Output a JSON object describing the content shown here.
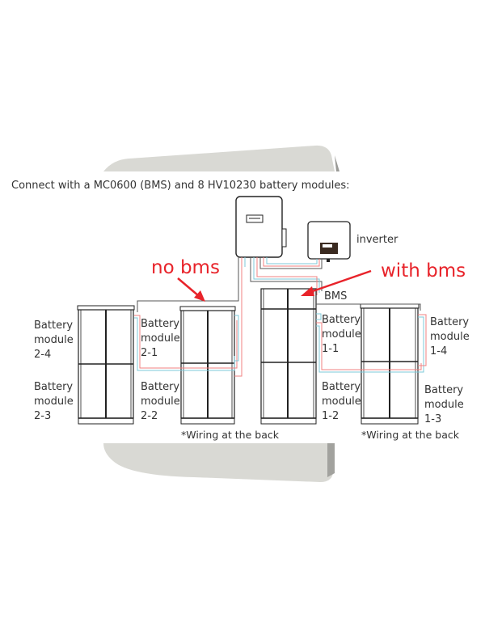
{
  "diagram": {
    "caption": "Connect with a MC0600 (BMS) and 8 HV10230 battery modules:",
    "devices": {
      "inverter_label": "inverter",
      "bms_label": "BMS"
    },
    "annotations": {
      "no_bms": "no bms",
      "with_bms": "with bms"
    },
    "notes": {
      "left": "*Wiring at the back",
      "right": "*Wiring at the back"
    },
    "modules": {
      "m2_4": [
        "Battery",
        "module",
        "2-4"
      ],
      "m2_3": [
        "Battery",
        "module",
        "2-3"
      ],
      "m2_1": [
        "Battery",
        "module",
        "2-1"
      ],
      "m2_2": [
        "Battery",
        "module",
        "2-2"
      ],
      "m1_1": [
        "Battery",
        "module",
        "1-1"
      ],
      "m1_2": [
        "Battery",
        "module",
        "1-2"
      ],
      "m1_4": [
        "Battery",
        "module",
        "1-4"
      ],
      "m1_3": [
        "Battery",
        "module",
        "1-3"
      ]
    },
    "colors": {
      "annotation_red": "#e8232a",
      "cable_red": "#f08080",
      "cable_blue": "#7ec8d8",
      "panel_grey": "#d9d9d4"
    }
  }
}
